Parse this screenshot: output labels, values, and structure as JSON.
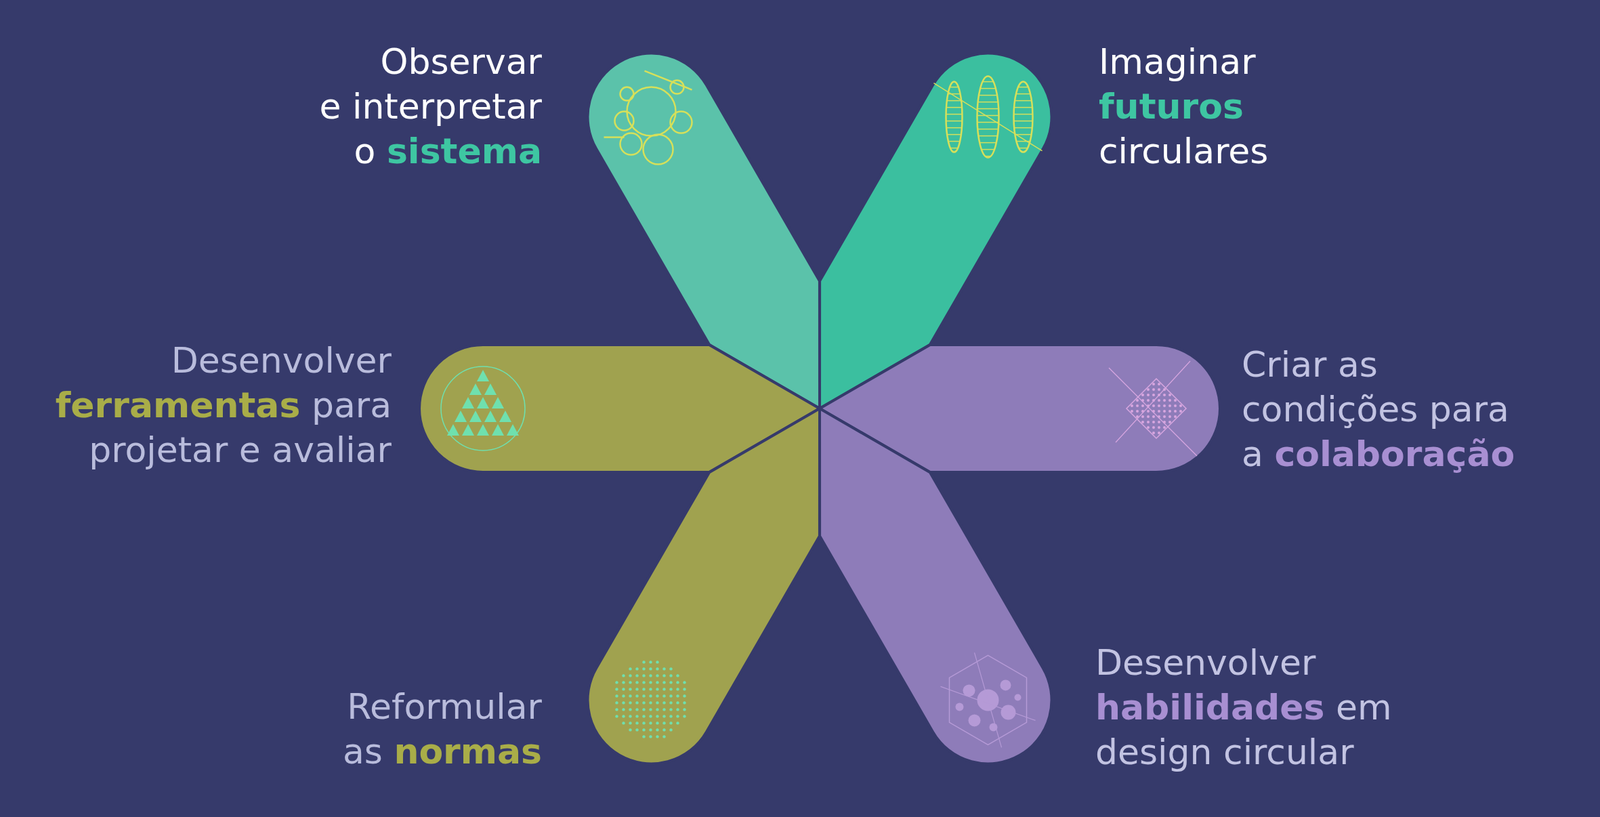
{
  "diagram": {
    "nodes": [
      {
        "text": [
          "Observar e interpretar o sistema"
        ]
      },
      {
        "text": [
          "Imaginar futuros circulares"
        ]
      },
      {
        "text": [
          "Desenvolver ferramentas para projetar e avaliar"
        ]
      },
      {
        "text": [
          "Criar as condições para a colaboração"
        ]
      },
      {
        "text": [
          "Reformular as normas"
        ]
      },
      {
        "text": [
          "Desenvolver habilidades em design circular"
        ]
      }
    ]
  }
}
